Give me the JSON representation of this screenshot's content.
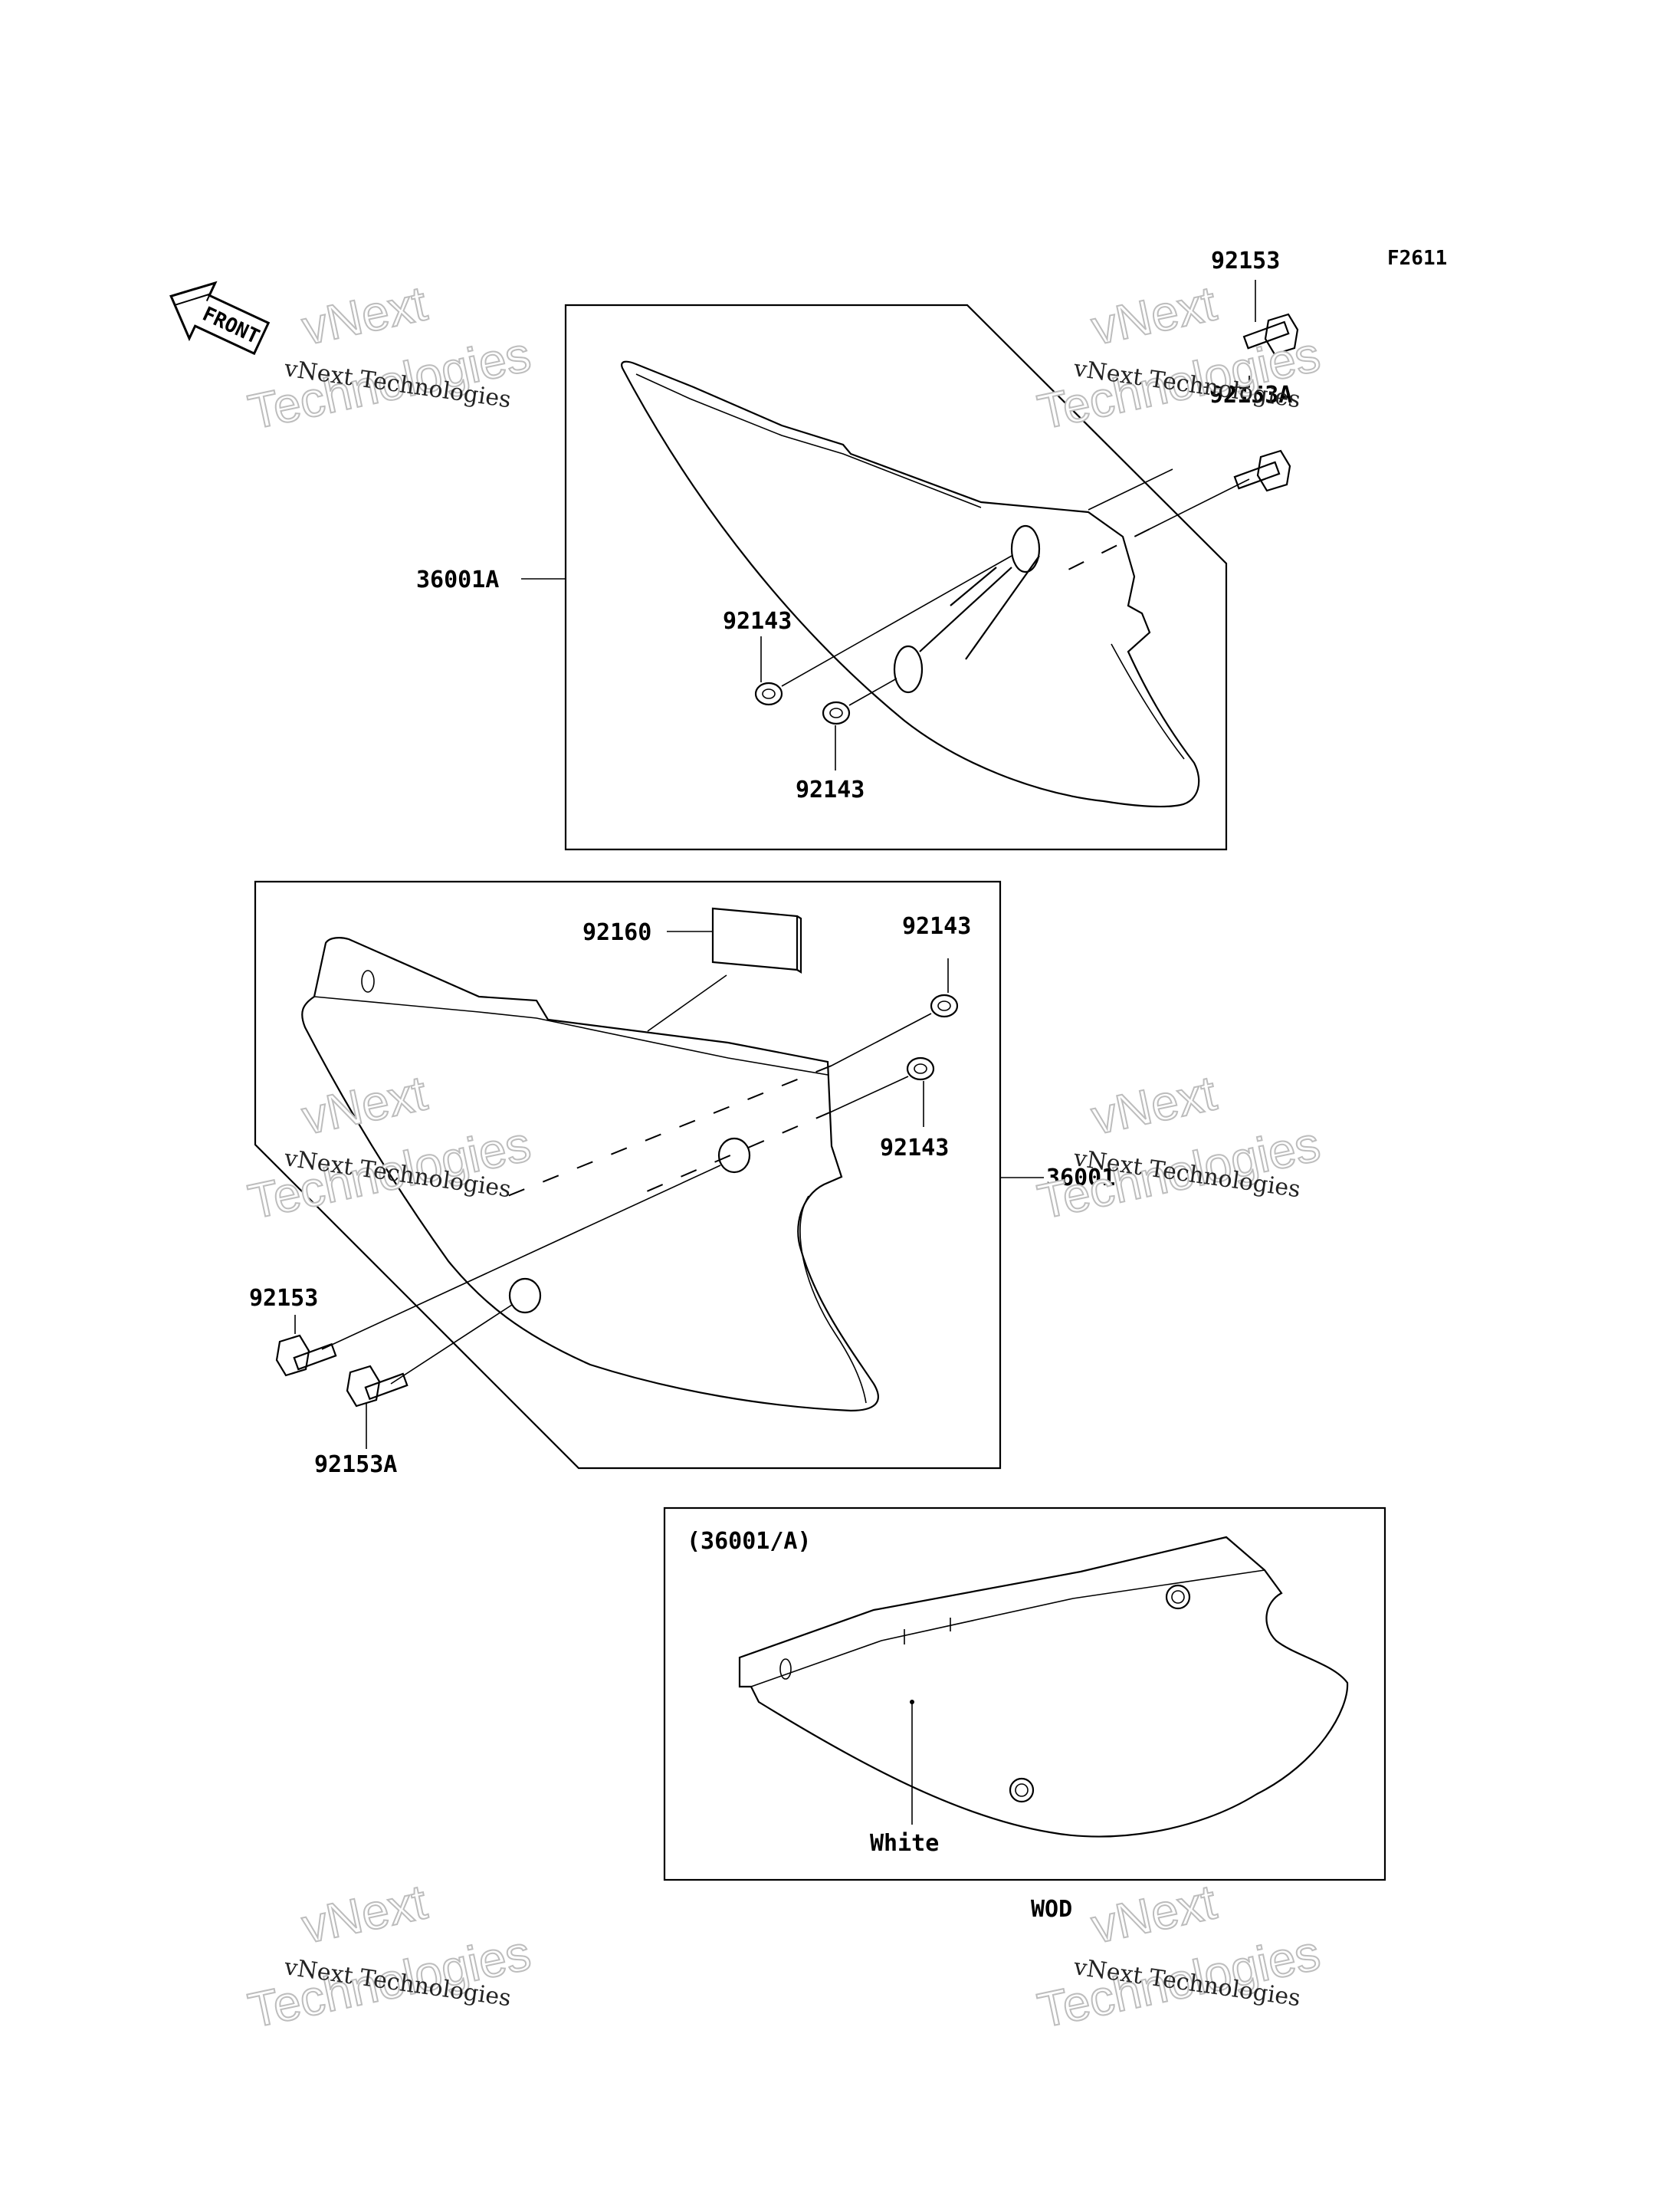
{
  "figure_code": "F2611",
  "front_arrow": {
    "label": "FRONT"
  },
  "part_labels": {
    "bolt_upper": "92153",
    "bolt_upper_a": "92153A",
    "panel_left": "36001A",
    "washer_upper_1": "92143",
    "washer_upper_2": "92143",
    "pad": "92160",
    "washer_lower_1": "92143",
    "washer_lower_2": "92143",
    "panel_right": "36001",
    "bolt_lower": "92153",
    "bolt_lower_a": "92153A"
  },
  "inset": {
    "caption": "(36001/A)",
    "color_label": "White",
    "variant_label": "WOD"
  },
  "watermark": {
    "line_small": "vNext Technologies",
    "line_top": "vNext",
    "line_bottom": "Technologies"
  }
}
